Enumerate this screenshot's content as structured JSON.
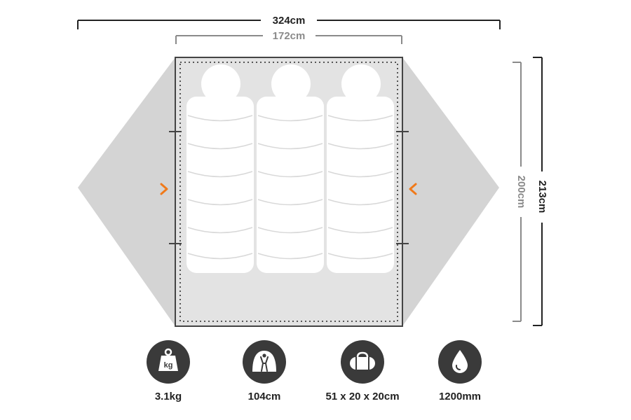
{
  "dimensions": {
    "total_width": "324cm",
    "inner_width": "172cm",
    "total_length": "213cm",
    "inner_length": "200cm"
  },
  "specs": [
    {
      "icon": "weight-icon",
      "icon_text": "kg",
      "value": "3.1kg"
    },
    {
      "icon": "height-icon",
      "value": "104cm"
    },
    {
      "icon": "pack-bag-icon",
      "value": "51 x 20 x 20cm"
    },
    {
      "icon": "waterdrop-icon",
      "value": "1200mm"
    }
  ],
  "colors": {
    "vestibule": "#d4d4d4",
    "inner": "#e3e3e3",
    "outline": "#444444",
    "dimension_primary": "#222222",
    "dimension_secondary": "#8a8a8a",
    "door_arrow": "#f07a1a",
    "icon_circle": "#3a3a3a"
  }
}
